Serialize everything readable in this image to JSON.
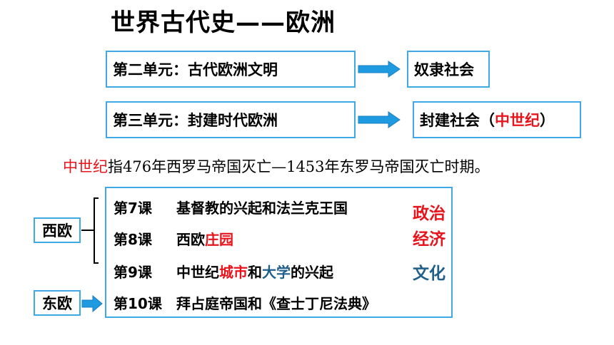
{
  "title": "世界古代史——欧洲",
  "units": [
    {
      "label": "第二单元：古代欧洲文明",
      "result_parts": [
        "奴隶社会"
      ]
    },
    {
      "label": "第三单元：封建时代欧洲",
      "result_parts": [
        "封建社会（",
        "中世纪",
        "）"
      ]
    }
  ],
  "definition": {
    "highlight": "中世纪",
    "rest": "指476年西罗马帝国灭亡—1453年东罗马帝国灭亡时期。"
  },
  "regions": {
    "west": "西欧",
    "east": "东欧"
  },
  "lessons": [
    {
      "num": "第7课",
      "parts": [
        "基督教的兴起和法兰克王国"
      ]
    },
    {
      "num": "第8课",
      "parts": [
        "西欧",
        "庄园"
      ]
    },
    {
      "num": "第9课",
      "parts": [
        "中世纪",
        "城市",
        "和",
        "大学",
        "的兴起"
      ]
    },
    {
      "num": "第10课",
      "parts": [
        "拜占庭帝国和《查士丁尼法典》"
      ]
    }
  ],
  "themes": {
    "politics": "政治",
    "economy": "经济",
    "culture": "文化"
  },
  "colors": {
    "border": "#3fa9e6",
    "arrow": "#1e9be0",
    "red": "#e8141b",
    "blue": "#1f5f8b"
  }
}
